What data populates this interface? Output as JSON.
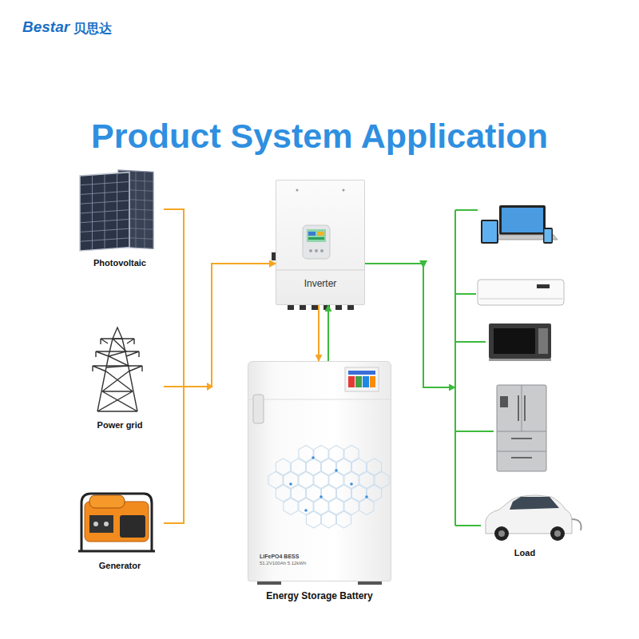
{
  "diagram": {
    "title": "Product System Application",
    "nodes": [
      {
        "text": [
          "Photovoltaic"
        ]
      },
      {
        "text": [
          "Power grid"
        ]
      },
      {
        "text": [
          "Generator"
        ]
      },
      {
        "text": [
          "Inverter"
        ]
      },
      {
        "text": [
          "LiFePO4 BESS",
          "51.2V100Ah 5.12kWh",
          "Energy Storage Battery"
        ]
      },
      {
        "text": [
          "Load"
        ]
      }
    ],
    "edges": [
      {
        "from": 0,
        "to": 3,
        "arrow": "to"
      },
      {
        "from": 1,
        "to": 3,
        "arrow": "to"
      },
      {
        "from": 2,
        "to": 3,
        "arrow": "to"
      },
      {
        "from": 3,
        "to": 4,
        "arrow": "to"
      },
      {
        "from": 4,
        "to": 3,
        "arrow": "to"
      },
      {
        "from": 3,
        "to": 5,
        "arrow": "to"
      }
    ],
    "labels": [
      "Bestar",
      "贝思达"
    ]
  }
}
